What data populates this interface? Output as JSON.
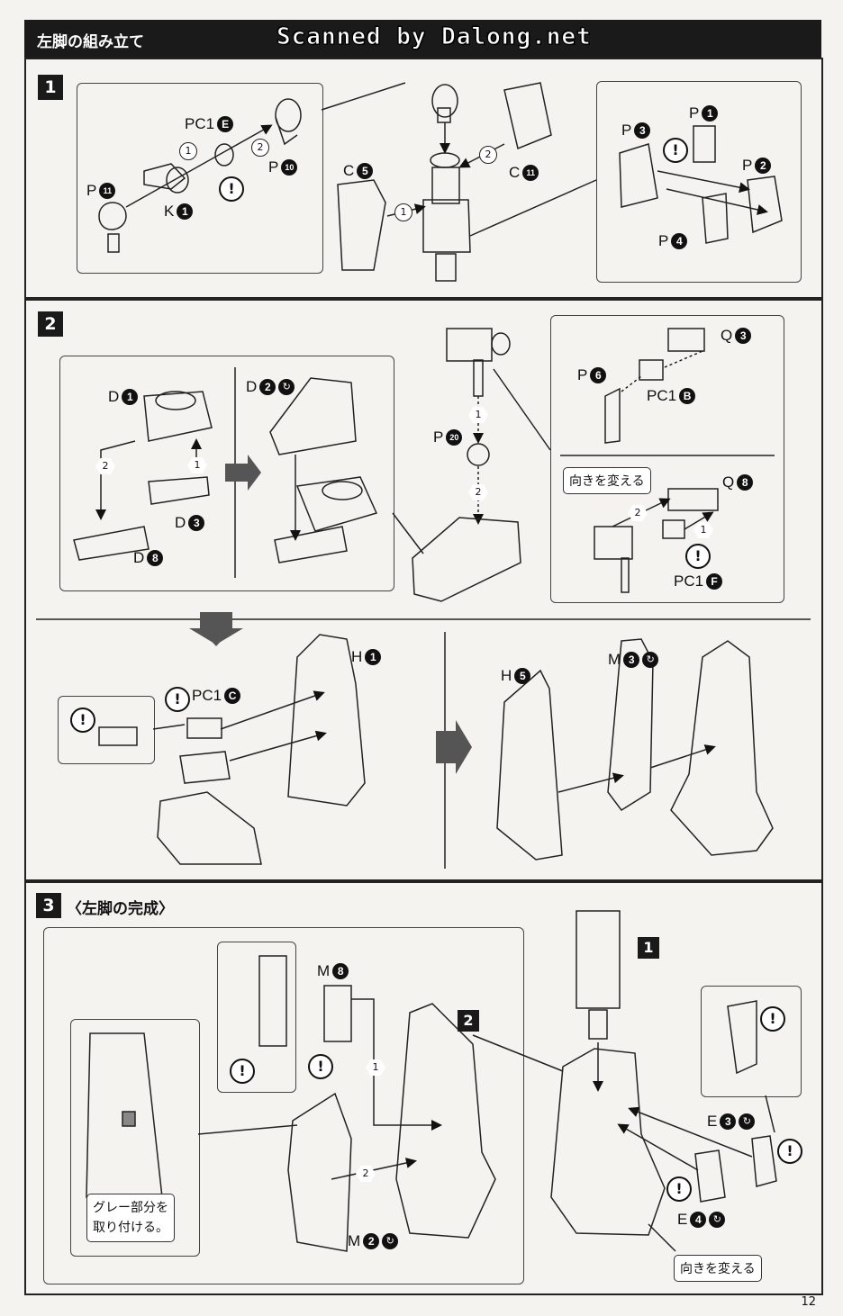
{
  "header": {
    "title": "左脚の組み立て",
    "scan_credit": "Scanned by Dalong.net"
  },
  "steps": {
    "s1": {
      "num": "1"
    },
    "s2": {
      "num": "2"
    },
    "s3": {
      "num": "3",
      "label": "〈左脚の完成〉"
    }
  },
  "parts": {
    "pc1e": "PC1",
    "pc1e_n": "E",
    "p10": "P",
    "p10_n": "10",
    "p11": "P",
    "p11_n": "11",
    "k1": "K",
    "k1_n": "1",
    "c5": "C",
    "c5_n": "5",
    "c11": "C",
    "c11_n": "11",
    "p1": "P",
    "p1_n": "1",
    "p2": "P",
    "p2_n": "2",
    "p3": "P",
    "p3_n": "3",
    "p4": "P",
    "p4_n": "4",
    "d1": "D",
    "d1_n": "1",
    "d2": "D",
    "d2_n": "2",
    "d3": "D",
    "d3_n": "3",
    "d8": "D",
    "d8_n": "8",
    "p20": "P",
    "p20_n": "20",
    "p6": "P",
    "p6_n": "6",
    "q3": "Q",
    "q3_n": "3",
    "q8": "Q",
    "q8_n": "8",
    "pc1b": "PC1",
    "pc1b_n": "B",
    "pc1f": "PC1",
    "pc1f_n": "F",
    "pc1c": "PC1",
    "pc1c_n": "C",
    "h1": "H",
    "h1_n": "1",
    "h5": "H",
    "h5_n": "5",
    "m3": "M",
    "m3_n": "3",
    "m8": "M",
    "m8_n": "8",
    "m2": "M",
    "m2_n": "2",
    "e3": "E",
    "e3_n": "3",
    "e4": "E",
    "e4_n": "4"
  },
  "notes": {
    "turn1": "向きを変える",
    "turn2": "向きを変える",
    "gray_part": "グレー部分を\n取り付ける。"
  },
  "callouts": {
    "c1": "1",
    "c2": "2"
  },
  "order": {
    "one": "1",
    "two": "2"
  },
  "warn_symbol": "!",
  "page_number": "12"
}
